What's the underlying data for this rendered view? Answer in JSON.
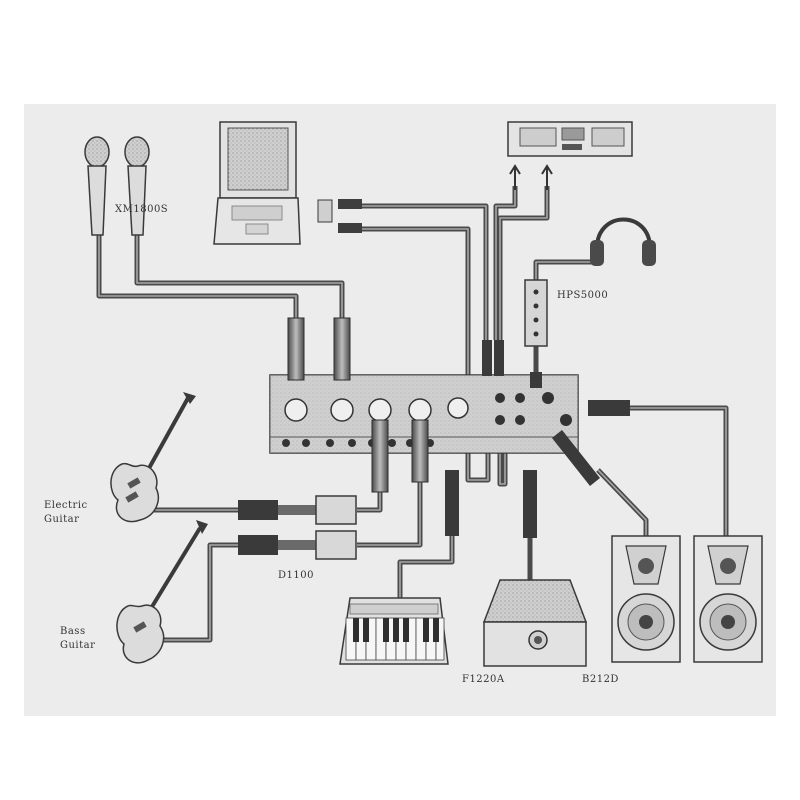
{
  "colors": {
    "sheet": "#ececec",
    "cable": "#4a4a4a",
    "cable_core": "#9a9a9a",
    "device": "#d8d8d8",
    "outline": "#3a3a3a",
    "dark": "#2e2e2e"
  },
  "labels": {
    "microphones": "XM1800S",
    "headphones": "HPS5000",
    "electric_guitar_line1": "Electric",
    "electric_guitar_line2": "Guitar",
    "bass_guitar_line1": "Bass",
    "bass_guitar_line2": "Guitar",
    "di_box": "D1100",
    "monitor": "F1220A",
    "speakers": "B212D"
  },
  "icons": {
    "microphones": "microphone-icon",
    "laptop": "laptop-icon",
    "tape_deck": "cassette-deck-icon",
    "headphones": "headphones-icon",
    "headphone_amp": "headphone-amp-icon",
    "mixer": "mixer-icon",
    "electric_guitar": "electric-guitar-icon",
    "bass_guitar": "bass-guitar-icon",
    "di_box": "di-box-icon",
    "keyboard": "keyboard-icon",
    "monitor": "stage-monitor-icon",
    "speakers": "speaker-icon"
  }
}
